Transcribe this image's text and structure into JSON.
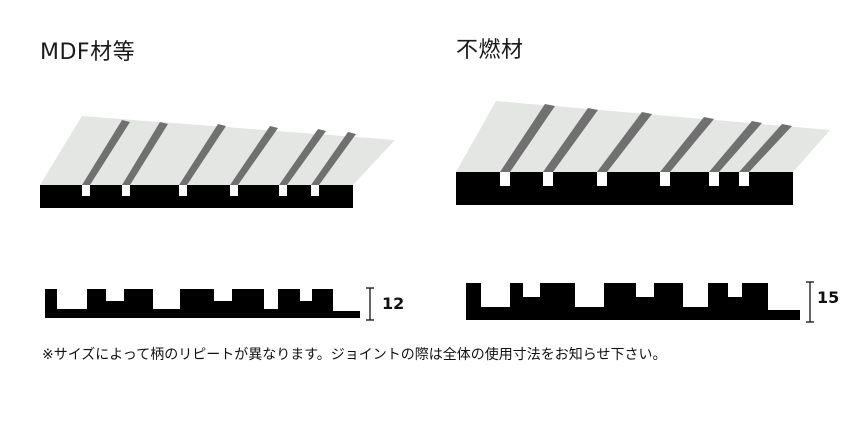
{
  "panels": [
    {
      "title": "MDF材等",
      "dimension": "12"
    },
    {
      "title": "不燃材",
      "dimension": "15"
    }
  ],
  "note": "※サイズによって柄のリピートが異なります。ジョイントの際は全体の使用寸法をお知らせ下さい。",
  "colors": {
    "face": "#e3e6e3",
    "groove_side": "#6f706f",
    "profile": "#000000"
  }
}
